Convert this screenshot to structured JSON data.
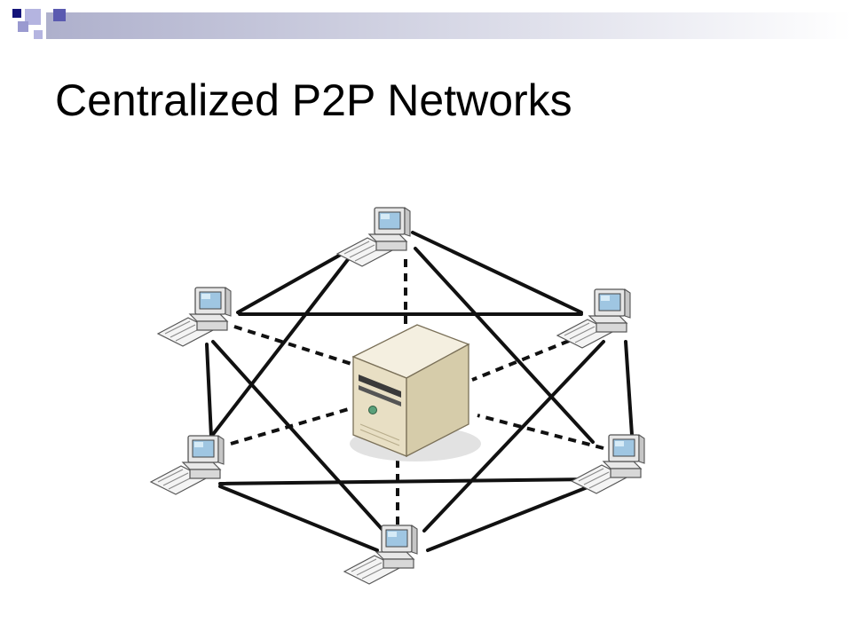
{
  "slide": {
    "title": "Centralized P2P Networks"
  },
  "theme": {
    "accent_dark": "#14147a",
    "accent_mid": "#5a5ab0",
    "accent_light": "#b4b4e0",
    "band_gradient_start": "#aeb0cc",
    "band_gradient_end": "#ffffff"
  },
  "diagram": {
    "server_icon": "server-icon",
    "peer_icon": "desktop-computer-icon",
    "peers": [
      "peer-top",
      "peer-upper-left",
      "peer-upper-right",
      "peer-lower-left",
      "peer-lower-right",
      "peer-bottom"
    ],
    "peer_links_style": "solid",
    "server_links_style": "dashed"
  }
}
